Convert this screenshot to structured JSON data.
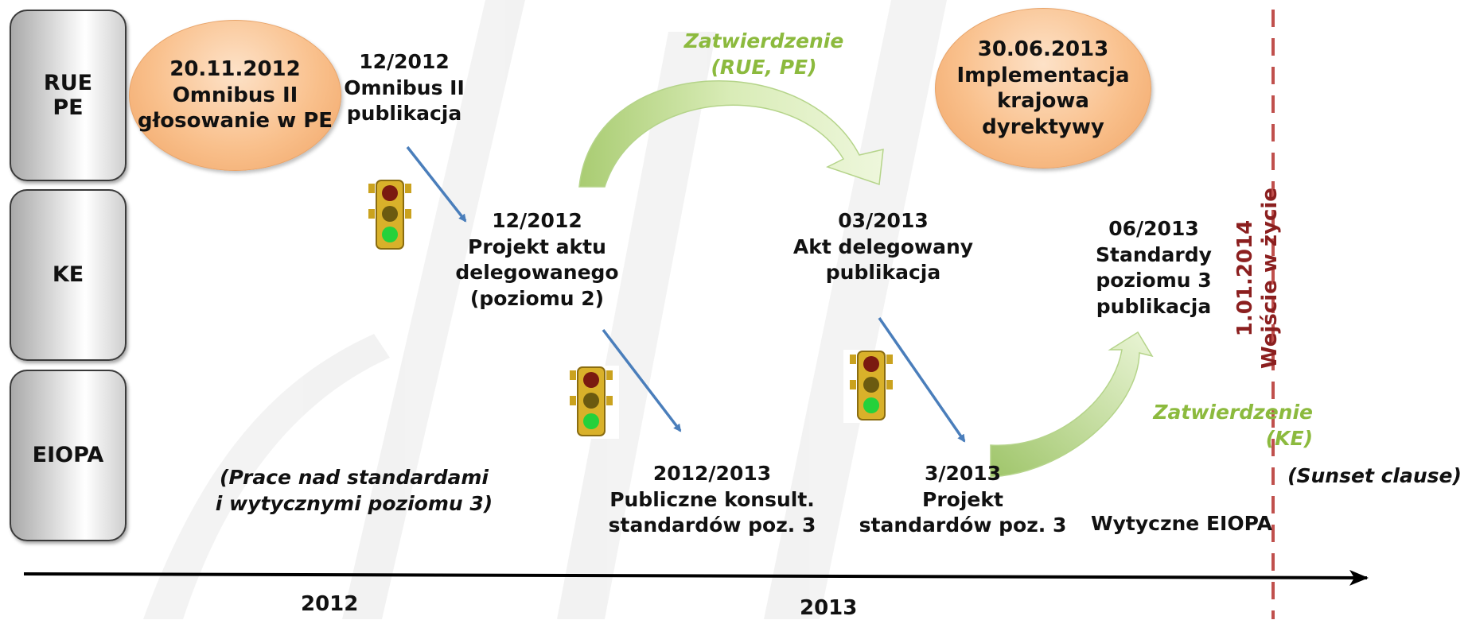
{
  "lanes": [
    "RUE\nPE",
    "KE",
    "EIOPA"
  ],
  "ellipse_left": "20.11.2012\nOmnibus II\ngłosowanie w PE",
  "ellipse_right": "30.06.2013\nImplementacja\nkrajowa\ndyrektywy",
  "rue_text": "12/2012\nOmnibus II\npublikacja",
  "approval_top": "Zatwierdzenie\n(RUE, PE)",
  "ke_left": "12/2012\nProjekt aktu\ndelegowanego\n(poziomu 2)",
  "ke_mid": "03/2013\nAkt delegowany\npublikacja",
  "ke_right": "06/2013\nStandardy\npoziomu 3\npublikacja",
  "approval_right": "Zatwierdzenie\n(KE)",
  "effective": "1.01.2014\nWejście w życie",
  "eiopa_left": "(Prace nad standardami\ni wytycznymi poziomu 3)",
  "eiopa_consult": "2012/2013\nPubliczne konsult.\nstandardów poz. 3",
  "eiopa_project": "3/2013\nProjekt\nstandardów poz. 3",
  "eiopa_guidelines": "Wytyczne EIOPA",
  "sunset": "(Sunset clause)",
  "years": [
    "2012",
    "2013"
  ],
  "colors": {
    "accent_blue": "#4a7ebb",
    "approval_green": "#8cba3e",
    "deadline_red": "#c0504d",
    "ellipse_orange": "#f9c08c"
  },
  "icons": [
    "traffic-light-icon",
    "blue-arrow-icon",
    "green-curved-arrow-icon",
    "timeline-arrow-icon"
  ]
}
